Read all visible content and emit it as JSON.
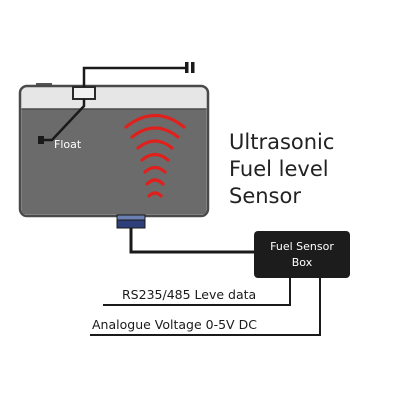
{
  "title": {
    "line1": "Ultrasonic",
    "line2": "Fuel level",
    "line3": "Sensor"
  },
  "tank": {
    "float_label": "Float",
    "body_color": "#6b6b6b",
    "top_color": "#e6e6e6",
    "wave_color": "#e0201c"
  },
  "sensor_box": {
    "line1": "Fuel Sensor",
    "line2": "Box",
    "color": "#1c1c1c"
  },
  "outputs": {
    "rs_label": "RS235/485 Leve data",
    "analog_label": "Analogue Voltage 0-5V DC"
  }
}
